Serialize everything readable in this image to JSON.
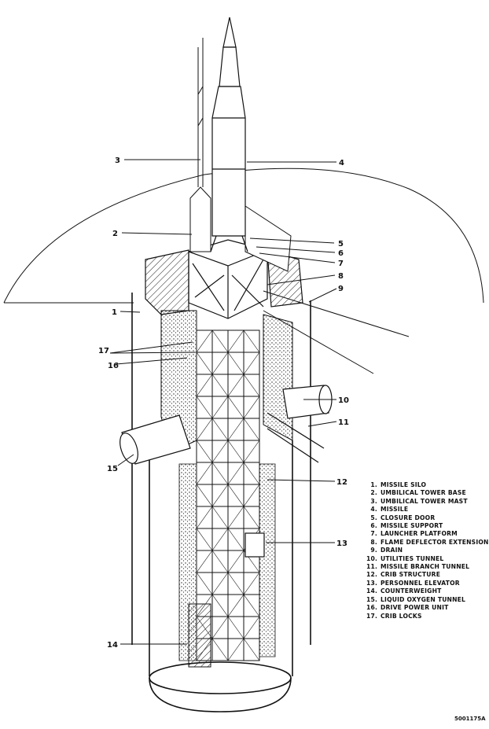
{
  "callouts": [
    {
      "number": "1"
    },
    {
      "number": "2"
    },
    {
      "number": "3"
    },
    {
      "number": "4"
    },
    {
      "number": "5"
    },
    {
      "number": "6"
    },
    {
      "number": "7"
    },
    {
      "number": "8"
    },
    {
      "number": "9"
    },
    {
      "number": "10"
    },
    {
      "number": "11"
    },
    {
      "number": "12"
    },
    {
      "number": "13"
    },
    {
      "number": "14"
    },
    {
      "number": "15"
    },
    {
      "number": "16"
    },
    {
      "number": "17"
    }
  ],
  "legend": [
    {
      "number": "1.",
      "label": "MISSILE SILO"
    },
    {
      "number": "2.",
      "label": "UMBILICAL TOWER BASE"
    },
    {
      "number": "3.",
      "label": "UMBILICAL TOWER MAST"
    },
    {
      "number": "4.",
      "label": "MISSILE"
    },
    {
      "number": "5.",
      "label": "CLOSURE DOOR"
    },
    {
      "number": "6.",
      "label": "MISSILE SUPPORT"
    },
    {
      "number": "7.",
      "label": "LAUNCHER PLATFORM"
    },
    {
      "number": "8.",
      "label": "FLAME DEFLECTOR EXTENSION"
    },
    {
      "number": "9.",
      "label": "DRAIN"
    },
    {
      "number": "10.",
      "label": "UTILITIES TUNNEL"
    },
    {
      "number": "11.",
      "label": "MISSILE BRANCH TUNNEL"
    },
    {
      "number": "12.",
      "label": "CRIB STRUCTURE"
    },
    {
      "number": "13.",
      "label": "PERSONNEL ELEVATOR"
    },
    {
      "number": "14.",
      "label": "COUNTERWEIGHT"
    },
    {
      "number": "15.",
      "label": "LIQUID OXYGEN TUNNEL"
    },
    {
      "number": "16.",
      "label": "DRIVE POWER UNIT"
    },
    {
      "number": "17.",
      "label": "CRIB LOCKS"
    }
  ],
  "drawing_id": "5001175A"
}
